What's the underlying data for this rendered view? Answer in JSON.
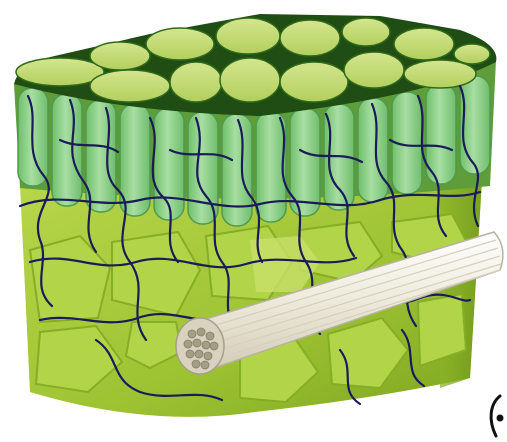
{
  "diagram": {
    "kind": "3d-tissue-block-illustration",
    "labels": [],
    "colors": {
      "top_face_light": "#c5dc7a",
      "top_face_cell": "#b4d05c",
      "top_face_outline": "#1f4d14",
      "palisade_fill": "#8ccf8a",
      "palisade_dark": "#5aa55a",
      "body_light": "#a9cc3c",
      "body_dark": "#7fae1f",
      "fibers": "#1b1a5a",
      "bundle_fill": "#f3f1e6",
      "bundle_edge": "#b8b2a0",
      "corner_mark": "#111111"
    },
    "icons": [
      "cell-block",
      "palisade-cell",
      "fiber-network",
      "vascular-bundle",
      "corner-mark"
    ]
  }
}
